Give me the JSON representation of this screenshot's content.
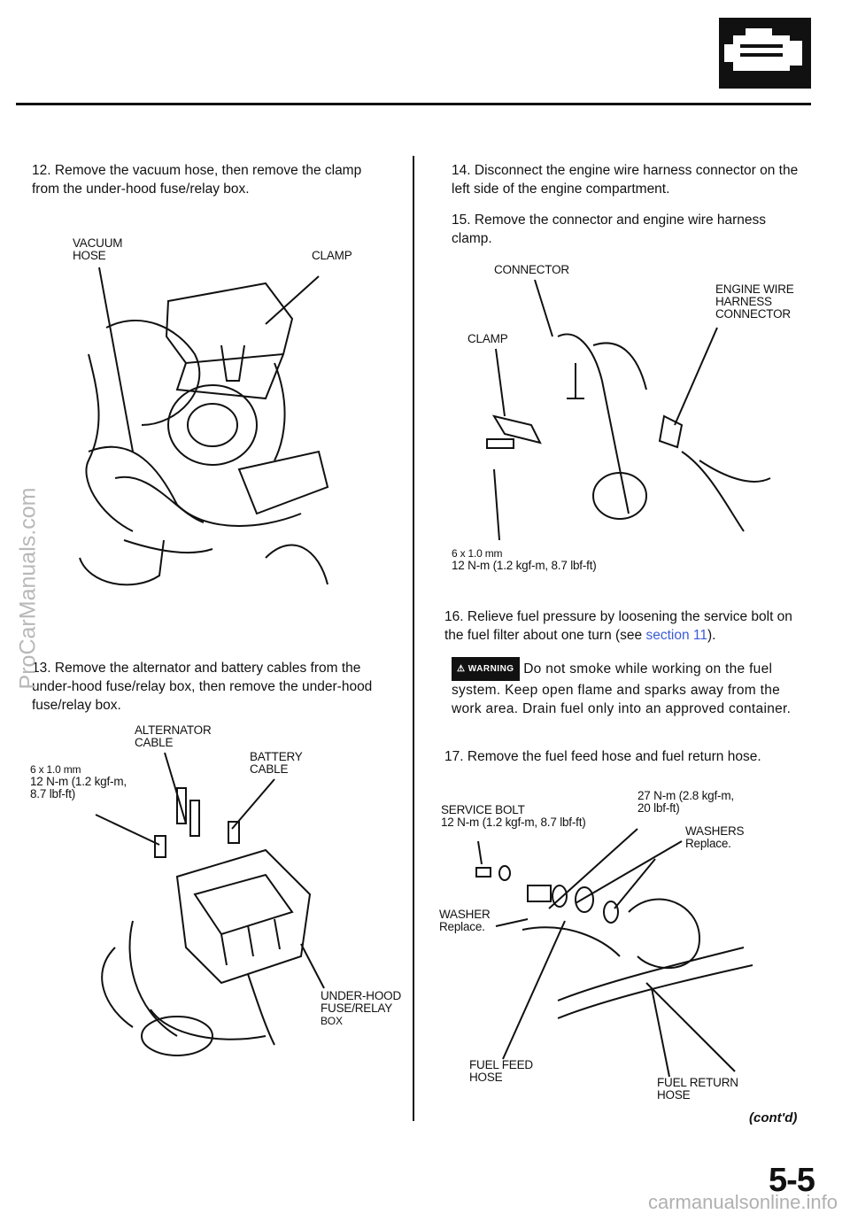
{
  "header": {
    "section_icon": "engine-block-icon"
  },
  "left": {
    "step12": {
      "num": "12.",
      "text": "Remove the vacuum hose, then remove the clamp from the under-hood fuse/relay box."
    },
    "fig1": {
      "vacuum_hose_l1": "VACUUM",
      "vacuum_hose_l2": "HOSE",
      "clamp": "CLAMP"
    },
    "step13": {
      "num": "13.",
      "text": "Remove the alternator and battery cables from the under-hood fuse/relay box, then remove the under-hood fuse/relay box."
    },
    "fig2": {
      "alt_l1": "ALTERNATOR",
      "alt_l2": "CABLE",
      "bolt_spec": "6 x 1.0 mm",
      "torque_l1": "12 N-m (1.2 kgf-m,",
      "torque_l2": "8.7 lbf-ft)",
      "battery_l1": "BATTERY",
      "battery_l2": "CABLE",
      "box_l1": "UNDER-HOOD",
      "box_l2": "FUSE/RELAY",
      "box_l3": "BOX"
    }
  },
  "right": {
    "step14": {
      "num": "14.",
      "text": "Disconnect the engine wire harness connector on the left side of the engine compartment."
    },
    "step15": {
      "num": "15.",
      "text": "Remove the connector and engine wire harness clamp."
    },
    "fig3": {
      "connector": "CONNECTOR",
      "harness_l1": "ENGINE WIRE",
      "harness_l2": "HARNESS",
      "harness_l3": "CONNECTOR",
      "clamp": "CLAMP",
      "bolt_spec": "6 x 1.0 mm",
      "torque": "12 N-m (1.2 kgf-m, 8.7 lbf-ft)"
    },
    "step16": {
      "num": "16.",
      "text_a": "Relieve fuel pressure by loosening the service bolt on the fuel filter about one turn (see ",
      "link": "section 11",
      "text_b": ")."
    },
    "warning": {
      "badge": "⚠ WARNING",
      "text": "Do not smoke while working on the fuel system. Keep open flame and sparks away from the work area. Drain fuel only into an approved container."
    },
    "step17": {
      "num": "17.",
      "text": "Remove the fuel feed hose and fuel return hose."
    },
    "fig4": {
      "service_bolt": "SERVICE BOLT",
      "service_torque": "12 N-m (1.2 kgf-m, 8.7 lbf-ft)",
      "torque27_l1": "27 N-m (2.8 kgf-m,",
      "torque27_l2": "20 lbf-ft)",
      "washers": "WASHERS",
      "washers_replace": "Replace.",
      "washer": "WASHER",
      "washer_replace": "Replace.",
      "feed_l1": "FUEL FEED",
      "feed_l2": "HOSE",
      "return_l1": "FUEL RETURN",
      "return_l2": "HOSE"
    }
  },
  "footer": {
    "contd": "(cont'd)",
    "page": "5-5",
    "url": "carmanualsonline.info",
    "watermark": "ProCarManuals.com"
  }
}
